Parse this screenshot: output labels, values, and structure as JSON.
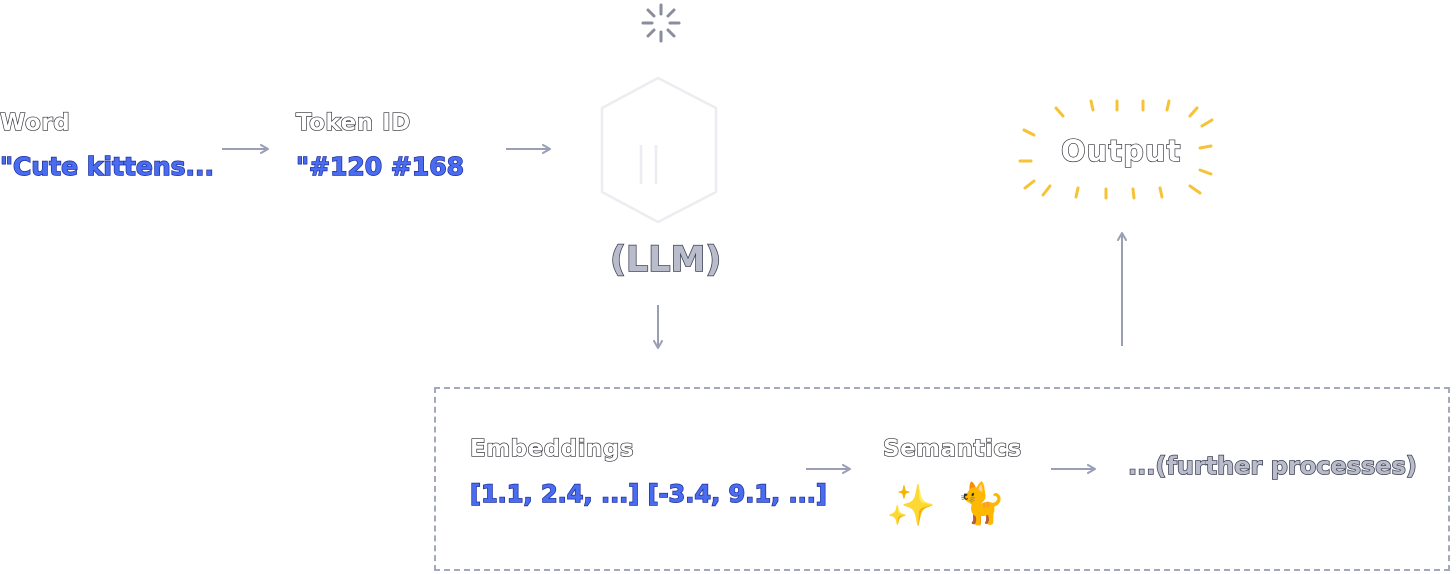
{
  "input": {
    "word_label": "Word",
    "word_value": "\"Cute kittens...",
    "token_label": "Token ID",
    "token_value": "\"#120 #168"
  },
  "model": {
    "label": "(LLM)",
    "icon": "hexagon-icon",
    "loading_icon": "spinner-icon"
  },
  "output": {
    "label": "Output"
  },
  "processing": {
    "embeddings_label": "Embeddings",
    "embeddings_value": "[1.1, 2.4, ...] [-3.4, 9.1, ...]",
    "semantics_label": "Semantics",
    "semantics_icons": [
      "sparkles-icon",
      "cat-icon"
    ],
    "further_label": "...(further processes)"
  },
  "colors": {
    "value_blue": "#4a6cf0",
    "arrow_gray": "#9a9fb6",
    "burst_yellow": "#f6c337"
  }
}
